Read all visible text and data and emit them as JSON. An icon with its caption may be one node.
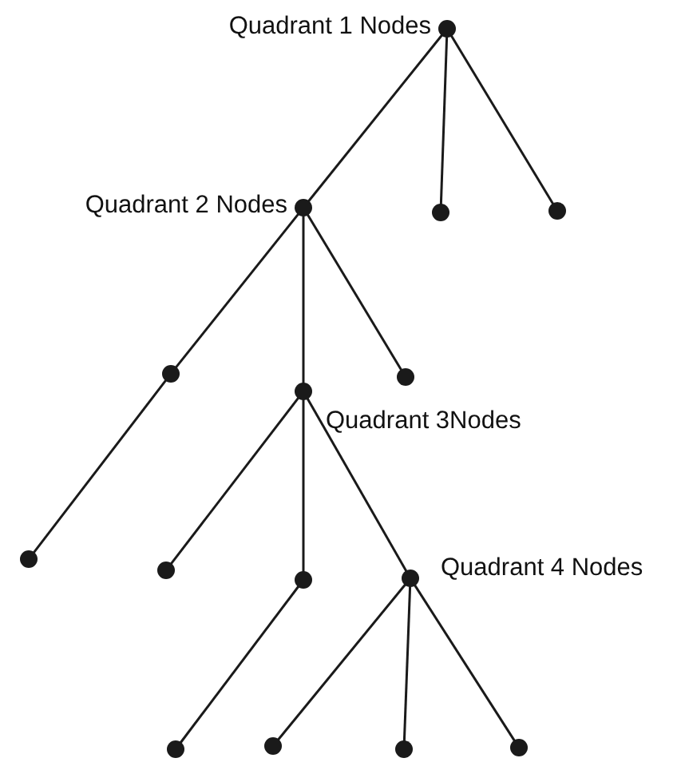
{
  "diagram": {
    "nodes": [
      {
        "text": [],
        "shape": "circle",
        "beside": [
          "Quadrant 1 Nodes"
        ]
      },
      {
        "text": [],
        "shape": "circle",
        "beside": [
          "Quadrant 2 Nodes"
        ]
      },
      {
        "text": [],
        "shape": "circle"
      },
      {
        "text": [],
        "shape": "circle"
      },
      {
        "text": [],
        "shape": "circle"
      },
      {
        "text": [],
        "shape": "circle"
      },
      {
        "text": [],
        "shape": "circle",
        "beside": [
          "Quadrant 3Nodes"
        ]
      },
      {
        "text": [],
        "shape": "circle"
      },
      {
        "text": [],
        "shape": "circle"
      },
      {
        "text": [],
        "shape": "circle"
      },
      {
        "text": [],
        "shape": "circle",
        "beside": [
          "Quadrant 4 Nodes"
        ]
      },
      {
        "text": [],
        "shape": "circle"
      },
      {
        "text": [],
        "shape": "circle"
      },
      {
        "text": [],
        "shape": "circle"
      },
      {
        "text": [],
        "shape": "circle"
      }
    ],
    "edges": [
      {
        "from": 0,
        "to": 1,
        "arrow": "none"
      },
      {
        "from": 0,
        "to": 2,
        "arrow": "none"
      },
      {
        "from": 0,
        "to": 3,
        "arrow": "none"
      },
      {
        "from": 1,
        "to": 4,
        "arrow": "none"
      },
      {
        "from": 1,
        "to": 6,
        "arrow": "none"
      },
      {
        "from": 1,
        "to": 5,
        "arrow": "none"
      },
      {
        "from": 4,
        "to": 7,
        "arrow": "none"
      },
      {
        "from": 6,
        "to": 8,
        "arrow": "none"
      },
      {
        "from": 6,
        "to": 9,
        "arrow": "none"
      },
      {
        "from": 6,
        "to": 10,
        "arrow": "none"
      },
      {
        "from": 9,
        "to": 11,
        "arrow": "none"
      },
      {
        "from": 10,
        "to": 12,
        "arrow": "none"
      },
      {
        "from": 10,
        "to": 13,
        "arrow": "none"
      },
      {
        "from": 10,
        "to": 14,
        "arrow": "none"
      }
    ]
  }
}
